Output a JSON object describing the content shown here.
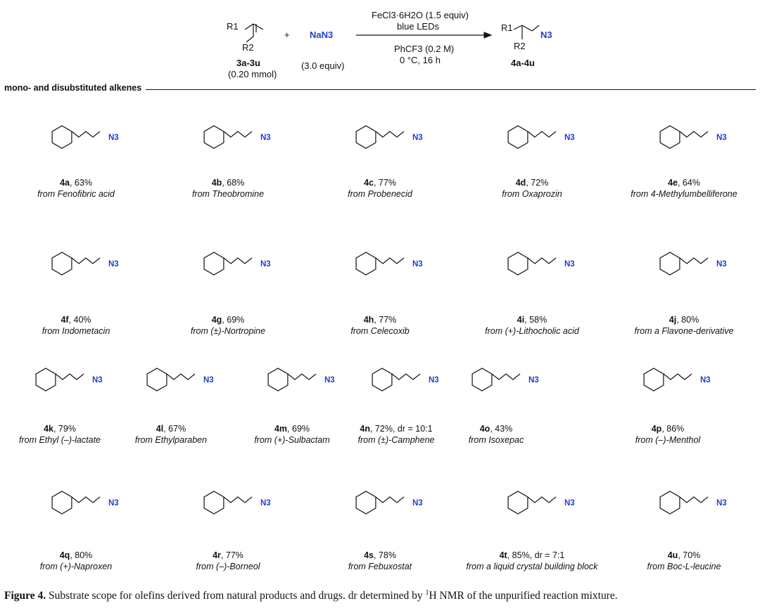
{
  "scheme": {
    "substrate_r1": "R1",
    "substrate_r2": "R2",
    "substrate_id": "3a-3u",
    "substrate_amount": "(0.20 mmol)",
    "plus": "+",
    "reagent": "NaN3",
    "reagent_amount": "(3.0 equiv)",
    "catalyst": "FeCl3·6H2O (1.5 equiv)",
    "light": "blue LEDs",
    "solvent": "PhCF3 (0.2 M)",
    "conditions": "0 °C, 16 h",
    "product_r1": "R1",
    "product_r2": "R2",
    "product_n3": "N3",
    "product_id": "4a-4u"
  },
  "section_label": "mono- and disubstituted alkenes",
  "compounds": [
    {
      "id": "4a",
      "yield": ", 63%",
      "source": "from Fenofibric acid"
    },
    {
      "id": "4b",
      "yield": ", 68%",
      "source": "from Theobromine"
    },
    {
      "id": "4c",
      "yield": ", 77%",
      "source": "from Probenecid"
    },
    {
      "id": "4d",
      "yield": ", 72%",
      "source": "from Oxaprozin"
    },
    {
      "id": "4e",
      "yield": ", 64%",
      "source": "from 4-Methylumbelliferone"
    },
    {
      "id": "4f",
      "yield": ", 40%",
      "source": "from Indometacin"
    },
    {
      "id": "4g",
      "yield": ", 69%",
      "source": "from (±)-Nortropine"
    },
    {
      "id": "4h",
      "yield": ", 77%",
      "source": "from Celecoxib"
    },
    {
      "id": "4i",
      "yield": ", 58%",
      "source": "from (+)-Lithocholic acid"
    },
    {
      "id": "4j",
      "yield": ", 80%",
      "source": "from a Flavone-derivative"
    },
    {
      "id": "4k",
      "yield": ", 79%",
      "source": "from Ethyl (–)-lactate"
    },
    {
      "id": "4l",
      "yield": ", 67%",
      "source": "from Ethylparaben"
    },
    {
      "id": "4m",
      "yield": ", 69%",
      "source": "from (+)-Sulbactam"
    },
    {
      "id": "4n",
      "yield": ", 72%, dr = 10:1",
      "source": "from (±)-Camphene"
    },
    {
      "id": "4o",
      "yield": ", 43%",
      "source": "from Isoxepac"
    },
    {
      "id": "4p",
      "yield": ", 86%",
      "source": "from (–)-Menthol"
    },
    {
      "id": "4q",
      "yield": ", 80%",
      "source": "from (+)-Naproxen"
    },
    {
      "id": "4r",
      "yield": ", 77%",
      "source": "from (–)-Borneol"
    },
    {
      "id": "4s",
      "yield": ", 78%",
      "source": "from Febuxostat"
    },
    {
      "id": "4t",
      "yield": ", 85%, dr = 7:1",
      "source": "from a liquid crystal building block"
    },
    {
      "id": "4u",
      "yield": ", 70%",
      "source": "from Boc-L-leucine"
    }
  ],
  "figure_caption": {
    "label": "Figure 4.",
    "text_before": " Substrate scope for olefins derived from natural products and drugs. dr determined by ",
    "nmr_sup": "1",
    "text_after": "H NMR of the unpurified reaction mixture."
  },
  "colors": {
    "azide_blue": "#1f3fcf",
    "text": "#111111"
  }
}
